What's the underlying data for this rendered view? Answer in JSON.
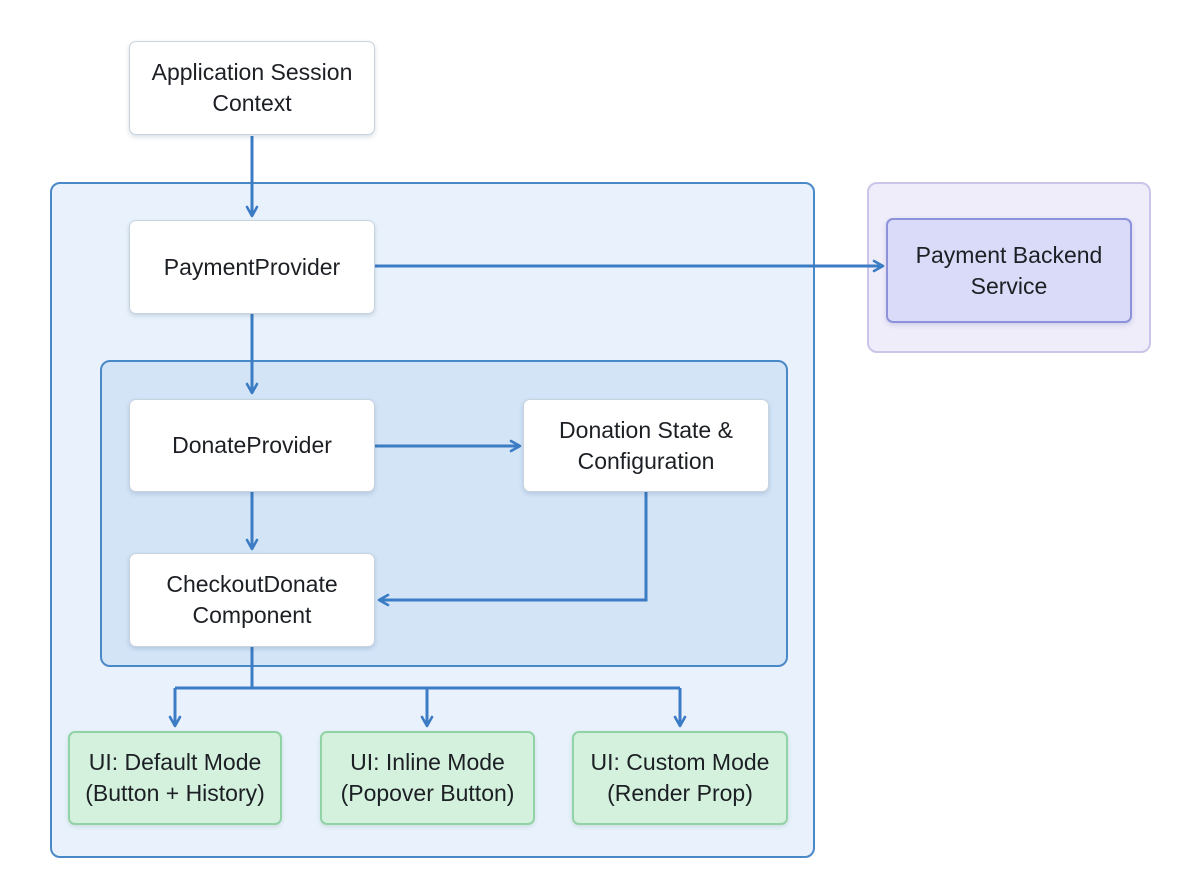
{
  "colors": {
    "edge": "#3b7cc4",
    "outer_region_fill": "#e9f2fc",
    "inner_region_fill": "#d3e4f7",
    "backend_region_fill": "#efedfa",
    "backend_node_fill": "#d9dbf8",
    "ui_mode_fill": "#d4f1dd"
  },
  "nodes": {
    "app_session": "Application Session\nContext",
    "payment_provider": "PaymentProvider",
    "payment_backend": "Payment Backend\nService",
    "donate_provider": "DonateProvider",
    "donation_state": "Donation State &\nConfiguration",
    "checkout_donate": "CheckoutDonate\nComponent",
    "ui_default": "UI: Default Mode\n(Button + History)",
    "ui_inline": "UI: Inline Mode\n(Popover Button)",
    "ui_custom": "UI: Custom Mode\n(Render Prop)"
  }
}
